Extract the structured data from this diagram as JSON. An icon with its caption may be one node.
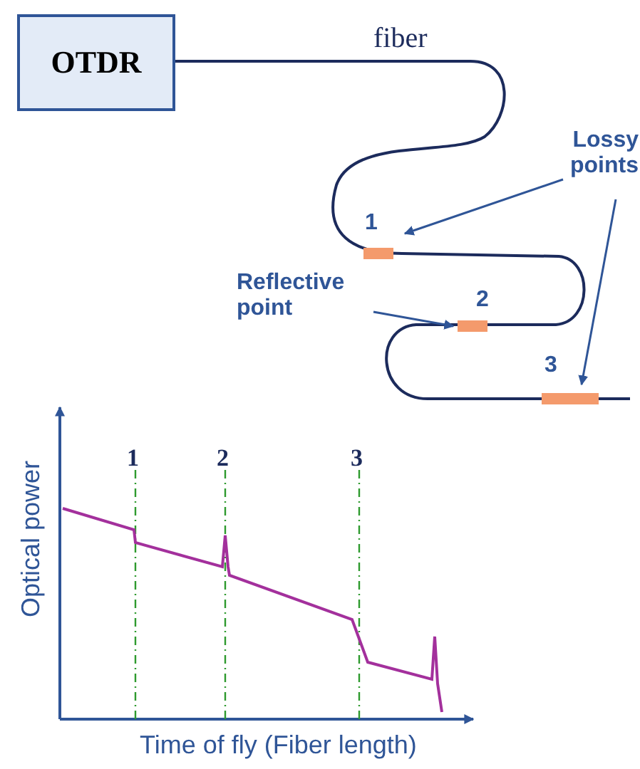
{
  "diagram": {
    "nodes": [
      {
        "text": [
          "OTDR"
        ]
      },
      {
        "text": [
          "Lossy points"
        ]
      },
      {
        "text": [],
        "shape": "bar",
        "beside": [
          "1"
        ]
      },
      {
        "text": [
          "Reflective point"
        ]
      },
      {
        "text": [],
        "shape": "bar",
        "beside": [
          "2"
        ]
      },
      {
        "text": [],
        "shape": "bar",
        "beside": [
          "3"
        ]
      }
    ],
    "edges": [
      {
        "from": 1,
        "to": 2,
        "arrow": "to"
      },
      {
        "from": 3,
        "to": 4,
        "arrow": "to"
      },
      {
        "from": 1,
        "to": 5,
        "arrow": "to"
      }
    ],
    "labels": [
      "fiber",
      "Optical power",
      "1",
      "2",
      "3",
      "Time of fly (Fiber length)"
    ]
  }
}
